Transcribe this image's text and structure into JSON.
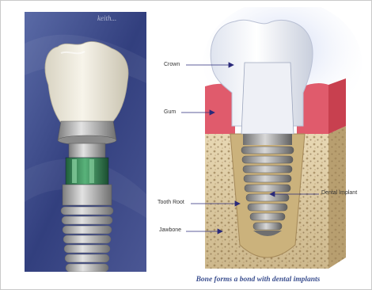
{
  "photo": {
    "brand_text": "keith...",
    "depicts": "implant-photo"
  },
  "labels": {
    "crown": "Crown",
    "gum": "Gum",
    "tooth_root": "Tooth Root",
    "jawbone": "Jawbone",
    "dental_implant": "Dental Implant"
  },
  "caption": "Bone forms a bond with dental implants",
  "colors": {
    "label_arrow": "#2a2a7a",
    "caption": "#3b4f8f",
    "gum": "#d9485e",
    "bone": "#d8c7a0",
    "photo_bg": "#3b4a8a"
  }
}
